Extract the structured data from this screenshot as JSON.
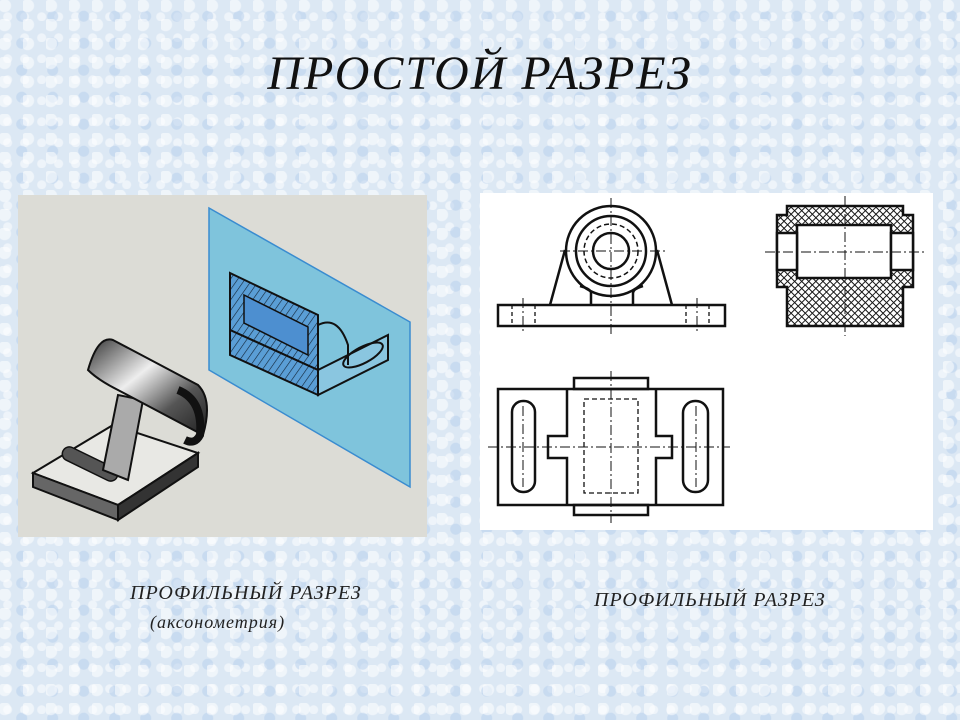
{
  "title": "ПРОСТОЙ РАЗРЕЗ",
  "left_figure": {
    "caption": "ПРОФИЛЬНЫЙ РАЗРЕЗ",
    "subcaption": "(аксонометрия)",
    "plane_color": "#7fc4dc"
  },
  "right_figure": {
    "caption": "ПРОФИЛЬНЫЙ РАЗРЕЗ"
  }
}
